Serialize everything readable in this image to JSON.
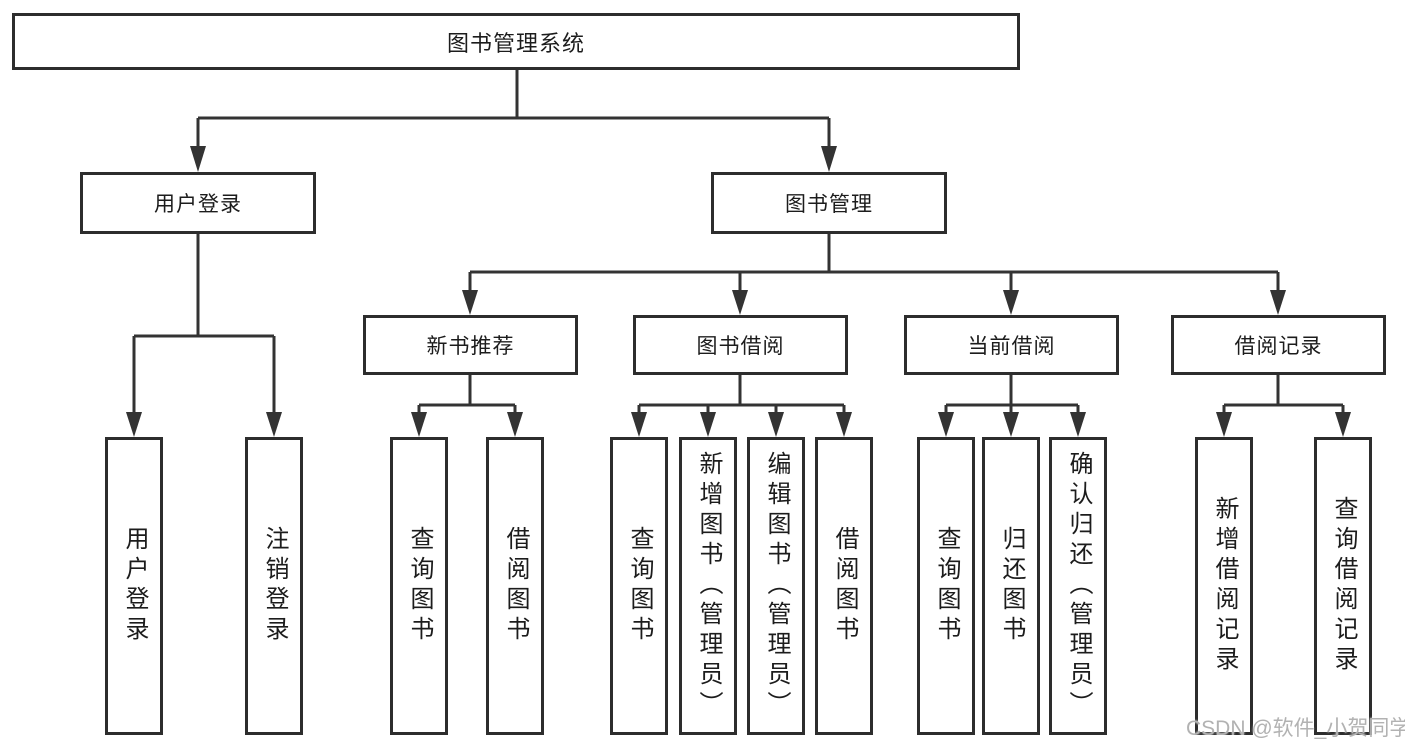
{
  "diagram": {
    "title": "图书管理系统",
    "branches": {
      "user_login": {
        "label": "用户登录",
        "children": {
          "login": "用户登录",
          "logout": "注销登录"
        }
      },
      "book_management": {
        "label": "图书管理",
        "sections": {
          "new_book_recommend": {
            "label": "新书推荐",
            "children": {
              "query_book": "查询图书",
              "borrow_book": "借阅图书"
            }
          },
          "book_borrowing": {
            "label": "图书借阅",
            "children": {
              "query_book": "查询图书",
              "add_book": "新增图书（管理员）",
              "edit_book": "编辑图书（管理员）",
              "borrow_book": "借阅图书"
            }
          },
          "current_borrowing": {
            "label": "当前借阅",
            "children": {
              "query_book": "查询图书",
              "return_book": "归还图书",
              "confirm_return": "确认归还（管理员）"
            }
          },
          "borrowing_records": {
            "label": "借阅记录",
            "children": {
              "add_record": "新增借阅记录",
              "query_record": "查询借阅记录"
            }
          }
        }
      }
    }
  },
  "watermark": {
    "text": "CSDN @软件_小贺同学"
  },
  "colors": {
    "line": "#333333",
    "box_border": "#2d2d2d",
    "text": "#1c1c1c",
    "watermark": "#b2b2b2"
  }
}
